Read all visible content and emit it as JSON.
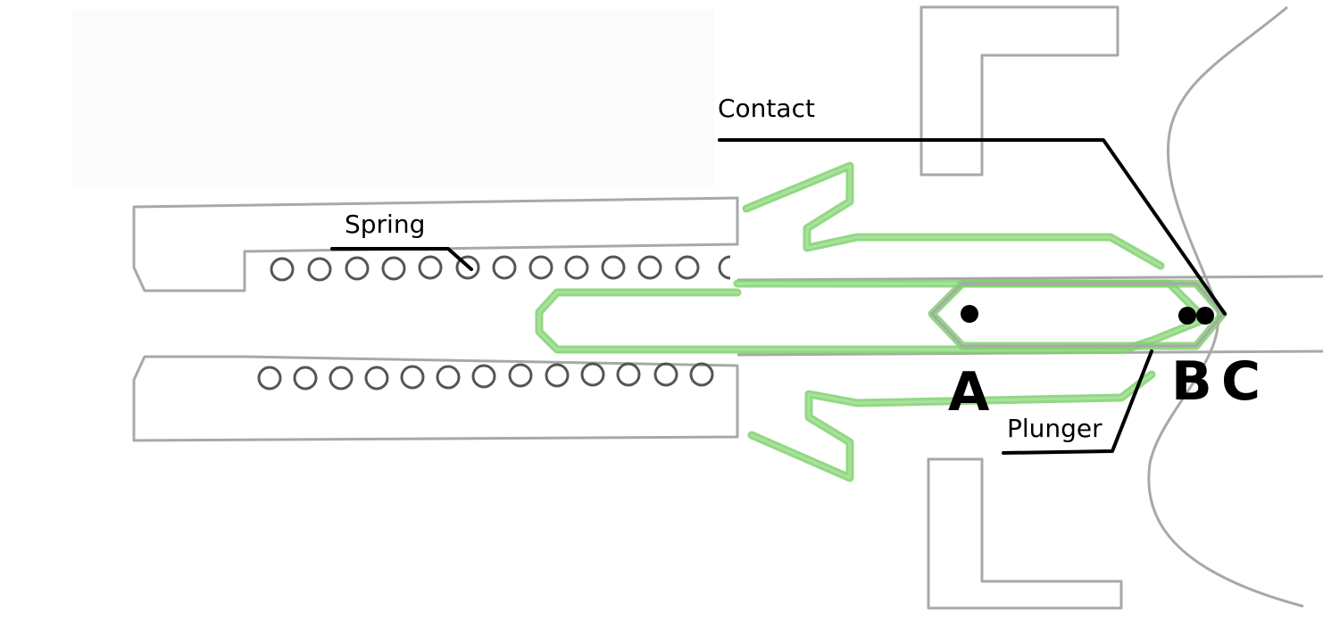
{
  "labels": {
    "contact": "Contact",
    "spring": "Spring",
    "plunger": "Plunger",
    "point_a": "A",
    "point_b": "B",
    "point_c": "C"
  },
  "colors": {
    "outline": "#a8a8a8",
    "highlight": "#7fd16e",
    "ink": "#000000"
  }
}
